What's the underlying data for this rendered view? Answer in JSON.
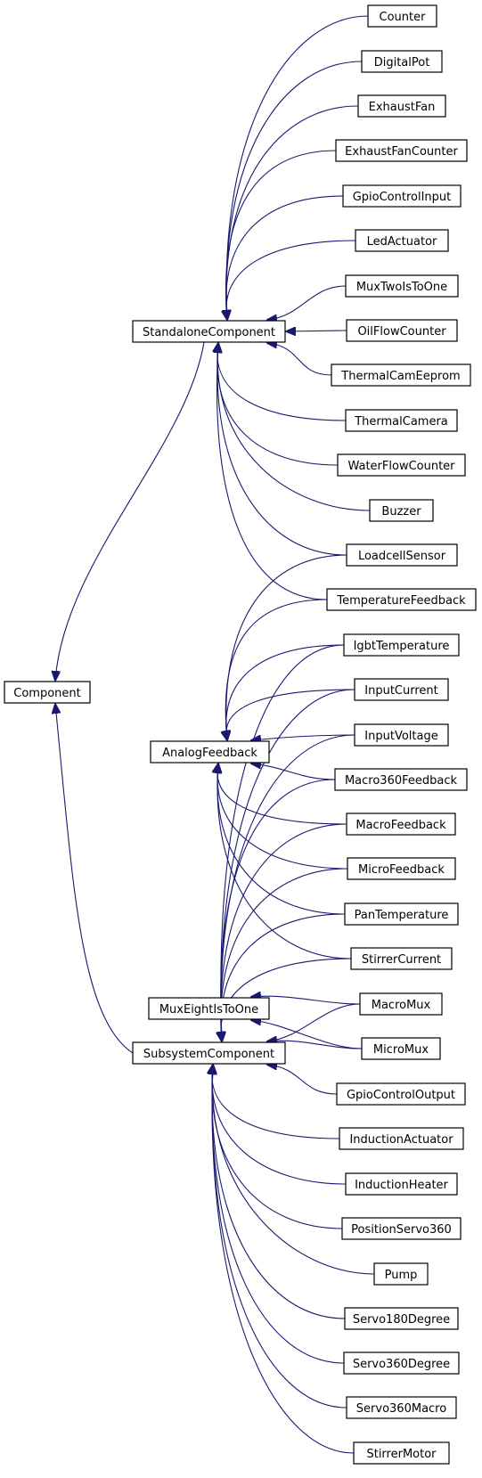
{
  "colors": {
    "edge": "#191970",
    "node_border": "#000000",
    "node_fill": "#ffffff",
    "text": "#000000"
  },
  "nodes": {
    "component": "Component",
    "standalone": "StandaloneComponent",
    "analog": "AnalogFeedback",
    "muxeight": "MuxEightIsToOne",
    "subsystem": "SubsystemComponent",
    "counter": "Counter",
    "digitalpot": "DigitalPot",
    "exhaustfan": "ExhaustFan",
    "exhaustfancounter": "ExhaustFanCounter",
    "gpiocontrolinput": "GpioControlInput",
    "ledactuator": "LedActuator",
    "muxtwo": "MuxTwoIsToOne",
    "oilflow": "OilFlowCounter",
    "thermalcameeprom": "ThermalCamEeprom",
    "thermalcamera": "ThermalCamera",
    "waterflow": "WaterFlowCounter",
    "buzzer": "Buzzer",
    "loadcell": "LoadcellSensor",
    "tempfeedback": "TemperatureFeedback",
    "igbt": "IgbtTemperature",
    "inputcurrent": "InputCurrent",
    "inputvoltage": "InputVoltage",
    "macro360fb": "Macro360Feedback",
    "macrofb": "MacroFeedback",
    "microfb": "MicroFeedback",
    "pantemp": "PanTemperature",
    "stirrercurrent": "StirrerCurrent",
    "macromux": "MacroMux",
    "micromux": "MicroMux",
    "gpiocontroloutput": "GpioControlOutput",
    "inductionactuator": "InductionActuator",
    "inductionheater": "InductionHeater",
    "positionservo360": "PositionServo360",
    "pump": "Pump",
    "servo180": "Servo180Degree",
    "servo360": "Servo360Degree",
    "servo360macro": "Servo360Macro",
    "stirrermotor": "StirrerMotor"
  },
  "edges": [
    [
      "counter",
      "standalone"
    ],
    [
      "digitalpot",
      "standalone"
    ],
    [
      "exhaustfan",
      "standalone"
    ],
    [
      "exhaustfancounter",
      "standalone"
    ],
    [
      "gpiocontrolinput",
      "standalone"
    ],
    [
      "ledactuator",
      "standalone"
    ],
    [
      "muxtwo",
      "standalone"
    ],
    [
      "oilflow",
      "standalone"
    ],
    [
      "thermalcameeprom",
      "standalone"
    ],
    [
      "thermalcamera",
      "standalone"
    ],
    [
      "waterflow",
      "standalone"
    ],
    [
      "buzzer",
      "standalone"
    ],
    [
      "loadcell",
      "standalone"
    ],
    [
      "tempfeedback",
      "standalone"
    ],
    [
      "standalone",
      "component"
    ],
    [
      "subsystem",
      "component"
    ],
    [
      "tempfeedback",
      "analog"
    ],
    [
      "loadcell",
      "analog"
    ],
    [
      "igbt",
      "analog"
    ],
    [
      "inputcurrent",
      "analog"
    ],
    [
      "inputvoltage",
      "analog"
    ],
    [
      "macro360fb",
      "analog"
    ],
    [
      "macrofb",
      "analog"
    ],
    [
      "microfb",
      "analog"
    ],
    [
      "pantemp",
      "analog"
    ],
    [
      "stirrercurrent",
      "analog"
    ],
    [
      "macromux",
      "muxeight"
    ],
    [
      "micromux",
      "muxeight"
    ],
    [
      "igbt",
      "subsystem"
    ],
    [
      "inputcurrent",
      "subsystem"
    ],
    [
      "inputvoltage",
      "subsystem"
    ],
    [
      "macro360fb",
      "subsystem"
    ],
    [
      "macrofb",
      "subsystem"
    ],
    [
      "microfb",
      "subsystem"
    ],
    [
      "pantemp",
      "subsystem"
    ],
    [
      "stirrercurrent",
      "subsystem"
    ],
    [
      "macromux",
      "subsystem"
    ],
    [
      "micromux",
      "subsystem"
    ],
    [
      "gpiocontroloutput",
      "subsystem"
    ],
    [
      "inductionactuator",
      "subsystem"
    ],
    [
      "inductionheater",
      "subsystem"
    ],
    [
      "positionservo360",
      "subsystem"
    ],
    [
      "pump",
      "subsystem"
    ],
    [
      "servo180",
      "subsystem"
    ],
    [
      "servo360",
      "subsystem"
    ],
    [
      "servo360macro",
      "subsystem"
    ],
    [
      "stirrermotor",
      "subsystem"
    ]
  ]
}
